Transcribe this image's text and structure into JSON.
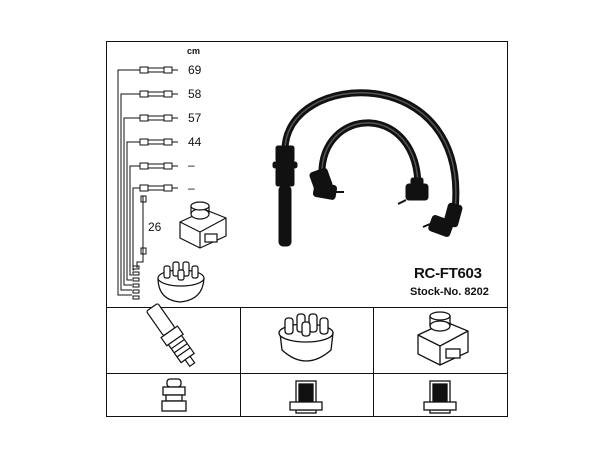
{
  "product": {
    "model": "RC-FT603",
    "stock_no": "Stock-No. 8202"
  },
  "lengths": {
    "unit": "cm",
    "items": [
      "69",
      "58",
      "57",
      "44",
      "–",
      "–"
    ],
    "side": "26"
  },
  "icons": {
    "main_set": "ignition-cable-set-icon",
    "coil": "ignition-coil-icon",
    "cap": "distributor-cap-icon",
    "plug": "spark-plug-icon",
    "plug_terminal": "plug-terminal-icon",
    "terminal_a": "cap-terminal-icon",
    "terminal_b": "coil-terminal-icon"
  },
  "colors": {
    "line": "#111111",
    "background": "#ffffff"
  }
}
